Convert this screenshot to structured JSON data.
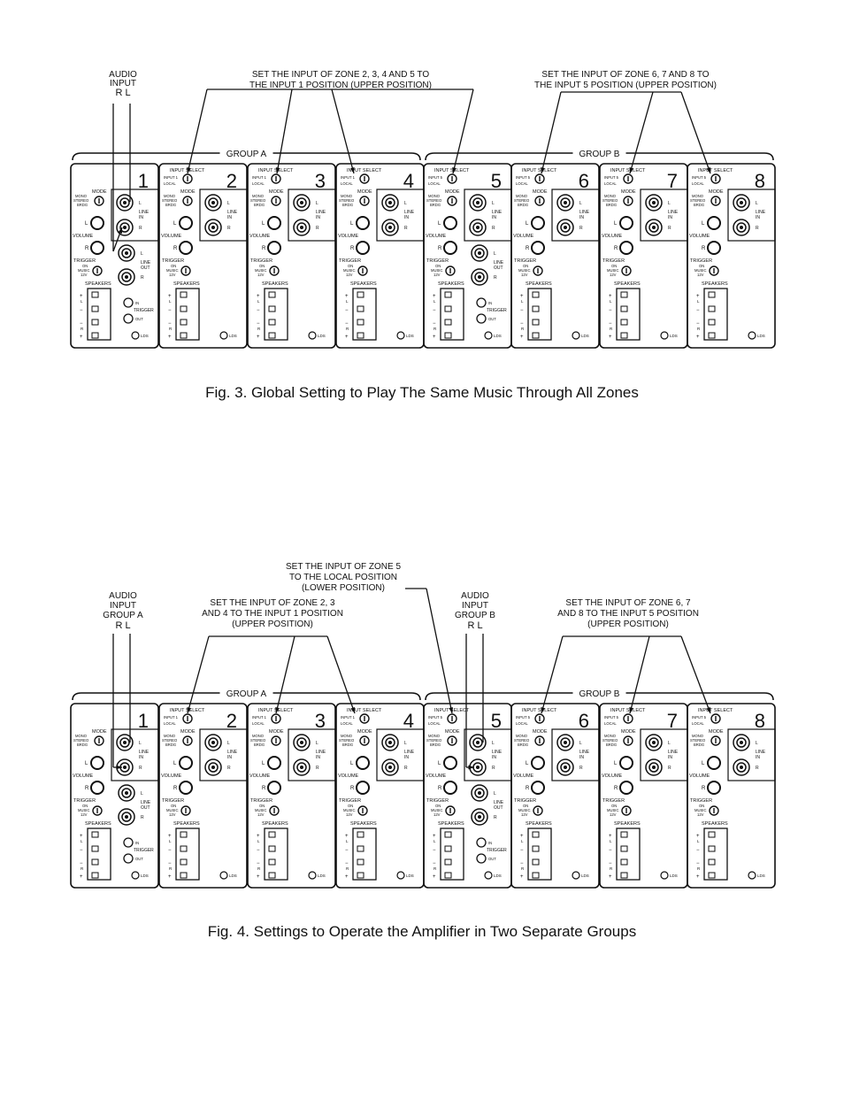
{
  "panel_labels": {
    "input_select": "INPUT SELECT",
    "input_1": "INPUT 1",
    "input_5": "INPUT 5",
    "local": "LOCAL",
    "mode": "MODE",
    "mono": "MONO",
    "stereo": "STEREO",
    "brdg": "BRDG",
    "l": "L",
    "r": "R",
    "line_in": [
      "LINE",
      "IN"
    ],
    "line_out": [
      "LINE",
      "OUT"
    ],
    "volume": "VOLUME",
    "trigger": "TRIGGER",
    "on": "ON",
    "music": "MUSIC",
    "v12": "12V",
    "speakers": "SPEAKERS",
    "lds": "LDS",
    "trig_in": "IN",
    "trig_out": "OUT",
    "plus": "+",
    "minus": "−",
    "zones": [
      "1",
      "2",
      "3",
      "4",
      "5",
      "6",
      "7",
      "8"
    ]
  },
  "figures": [
    {
      "group_a": "GROUP A",
      "group_b": "GROUP B",
      "notes": [
        {
          "lines": [
            "AUDIO",
            "INPUT"
          ],
          "sub": "R   L"
        },
        {
          "lines": [
            "SET THE INPUT OF ZONE 2, 3, 4 AND 5 TO",
            "THE INPUT 1 POSITION (UPPER POSITION)"
          ]
        },
        {
          "lines": [
            "SET THE INPUT OF ZONE 6, 7 AND 8 TO",
            "THE INPUT 5 POSITION (UPPER POSITION)"
          ]
        }
      ],
      "caption": "Fig. 3.  Global Setting to Play The Same Music Through All Zones"
    },
    {
      "group_a": "GROUP A",
      "group_b": "GROUP B",
      "notes": [
        {
          "lines": [
            "AUDIO",
            "INPUT",
            "GROUP A"
          ],
          "sub": "R   L"
        },
        {
          "lines": [
            "SET THE INPUT OF ZONE 2, 3",
            "AND 4 TO THE INPUT 1 POSITION",
            "(UPPER POSITION)"
          ]
        },
        {
          "lines": [
            "SET THE INPUT OF ZONE 5",
            "TO THE LOCAL POSITION",
            "(LOWER POSITION)"
          ]
        },
        {
          "lines": [
            "AUDIO",
            "INPUT",
            "GROUP B"
          ],
          "sub": "R   L"
        },
        {
          "lines": [
            "SET THE INPUT OF ZONE 6, 7",
            "AND 8 TO THE INPUT 5 POSITION",
            "(UPPER POSITION)"
          ]
        }
      ],
      "caption": "Fig. 4.  Settings to Operate the Amplifier in Two Separate Groups"
    }
  ]
}
